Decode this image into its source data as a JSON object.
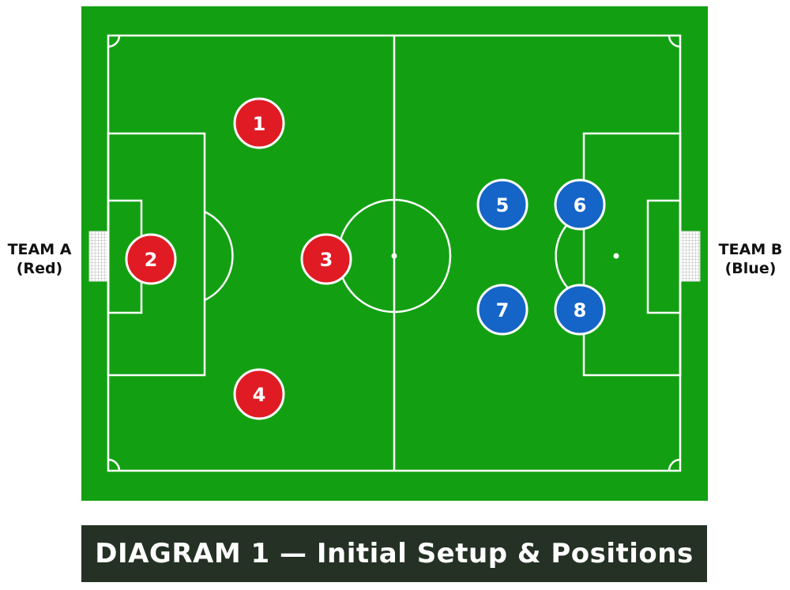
{
  "team_a": {
    "name": "TEAM A",
    "color_label": "(Red)",
    "color": "#E01B24"
  },
  "team_b": {
    "name": "TEAM B",
    "color_label": "(Blue)",
    "color": "#1565C8"
  },
  "pitch": {
    "grass_color": "#12A012",
    "line_color": "#FFFFFF"
  },
  "players": [
    {
      "number": "1",
      "team": "A"
    },
    {
      "number": "2",
      "team": "A"
    },
    {
      "number": "3",
      "team": "A"
    },
    {
      "number": "4",
      "team": "A"
    },
    {
      "number": "5",
      "team": "B"
    },
    {
      "number": "6",
      "team": "B"
    },
    {
      "number": "7",
      "team": "B"
    },
    {
      "number": "8",
      "team": "B"
    }
  ],
  "caption": {
    "text": "DIAGRAM 1 — Initial Setup & Positions",
    "background": "#243124"
  }
}
